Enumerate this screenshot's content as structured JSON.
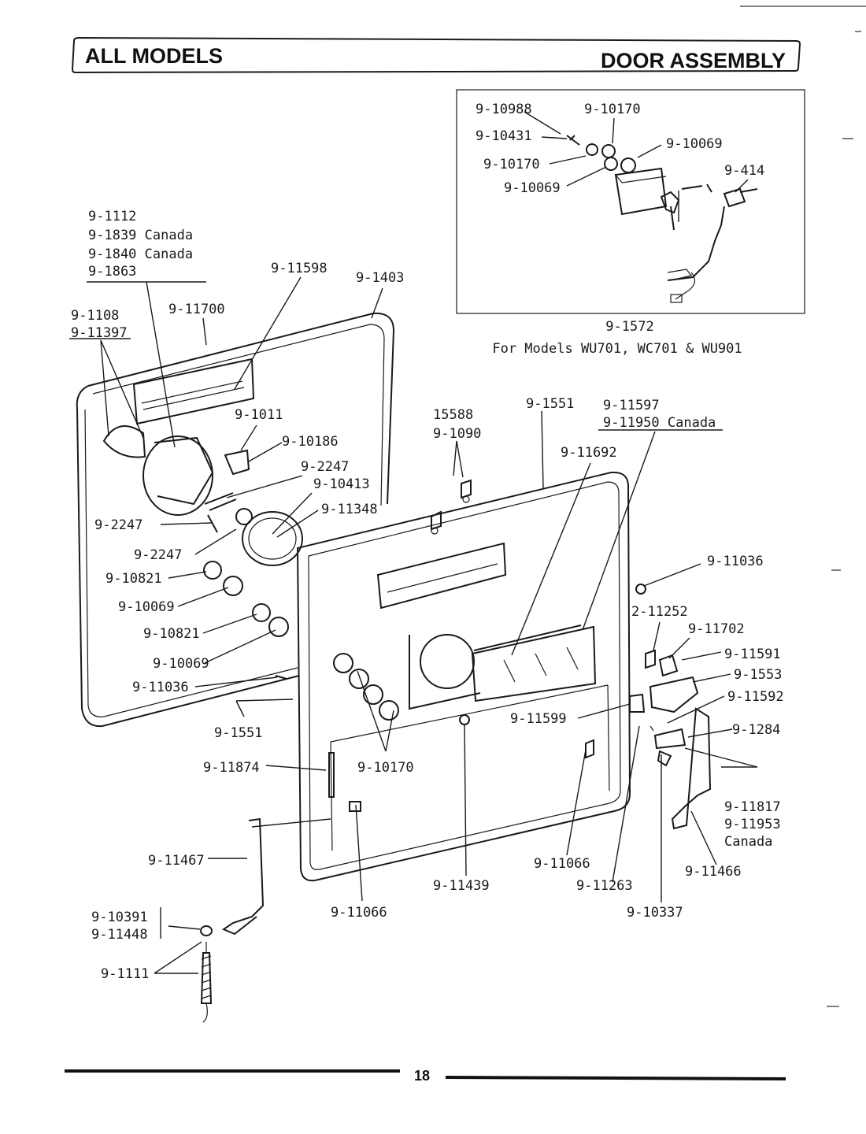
{
  "header": {
    "left_title": "ALL MODELS",
    "right_title": "DOOR ASSEMBLY"
  },
  "inset": {
    "part_number": "9-1572",
    "caption": "For Models WU701, WC701 & WU901"
  },
  "labels": [
    {
      "id": "9-10988",
      "text": "9-10988"
    },
    {
      "id": "9-10170a",
      "text": "9-10170"
    },
    {
      "id": "9-10431",
      "text": "9-10431"
    },
    {
      "id": "9-10069a",
      "text": "9-10069"
    },
    {
      "id": "9-10170b",
      "text": "9-10170"
    },
    {
      "id": "9-414",
      "text": "9-414"
    },
    {
      "id": "9-10069b",
      "text": "9-10069"
    },
    {
      "id": "9-1112",
      "text": "9-1112"
    },
    {
      "id": "9-1839",
      "text": "9-1839 Canada"
    },
    {
      "id": "9-1840",
      "text": "9-1840 Canada"
    },
    {
      "id": "9-1863",
      "text": "9-1863"
    },
    {
      "id": "9-11598",
      "text": "9-11598"
    },
    {
      "id": "9-1403",
      "text": "9-1403"
    },
    {
      "id": "9-11700",
      "text": "9-11700"
    },
    {
      "id": "9-1108",
      "text": "9-1108"
    },
    {
      "id": "9-11397",
      "text": "9-11397"
    },
    {
      "id": "9-1011",
      "text": "9-1011"
    },
    {
      "id": "9-10186",
      "text": "9-10186"
    },
    {
      "id": "9-1551a",
      "text": "9-1551"
    },
    {
      "id": "15588",
      "text": "15588"
    },
    {
      "id": "9-1090",
      "text": "9-1090"
    },
    {
      "id": "9-11597",
      "text": "9-11597"
    },
    {
      "id": "9-11950",
      "text": "9-11950 Canada"
    },
    {
      "id": "9-11692",
      "text": "9-11692"
    },
    {
      "id": "9-2247a",
      "text": "9-2247"
    },
    {
      "id": "9-10413",
      "text": "9-10413"
    },
    {
      "id": "9-11348",
      "text": "9-11348"
    },
    {
      "id": "9-2247b",
      "text": "9-2247"
    },
    {
      "id": "9-2247c",
      "text": "9-2247"
    },
    {
      "id": "9-10821a",
      "text": "9-10821"
    },
    {
      "id": "9-10069c",
      "text": "9-10069"
    },
    {
      "id": "9-11036a",
      "text": "9-11036"
    },
    {
      "id": "9-10821b",
      "text": "9-10821"
    },
    {
      "id": "2-11252",
      "text": "2-11252"
    },
    {
      "id": "9-11702",
      "text": "9-11702"
    },
    {
      "id": "9-10069d",
      "text": "9-10069"
    },
    {
      "id": "9-11591",
      "text": "9-11591"
    },
    {
      "id": "9-1553",
      "text": "9-1553"
    },
    {
      "id": "9-11036b",
      "text": "9-11036"
    },
    {
      "id": "9-11592",
      "text": "9-11592"
    },
    {
      "id": "9-11599",
      "text": "9-11599"
    },
    {
      "id": "9-1551b",
      "text": "9-1551"
    },
    {
      "id": "9-1284",
      "text": "9-1284"
    },
    {
      "id": "9-11874",
      "text": "9-11874"
    },
    {
      "id": "9-10170c",
      "text": "9-10170"
    },
    {
      "id": "9-11817",
      "text": "9-11817"
    },
    {
      "id": "9-11953",
      "text": "9-11953"
    },
    {
      "id": "canada",
      "text": "Canada"
    },
    {
      "id": "9-11467",
      "text": "9-11467"
    },
    {
      "id": "9-11066a",
      "text": "9-11066"
    },
    {
      "id": "9-11466",
      "text": "9-11466"
    },
    {
      "id": "9-11439",
      "text": "9-11439"
    },
    {
      "id": "9-11263",
      "text": "9-11263"
    },
    {
      "id": "9-10391",
      "text": "9-10391"
    },
    {
      "id": "9-11066b",
      "text": "9-11066"
    },
    {
      "id": "9-10337",
      "text": "9-10337"
    },
    {
      "id": "9-11448",
      "text": "9-11448"
    },
    {
      "id": "9-1111",
      "text": "9-1111"
    }
  ],
  "footer": {
    "page_number": "18"
  }
}
